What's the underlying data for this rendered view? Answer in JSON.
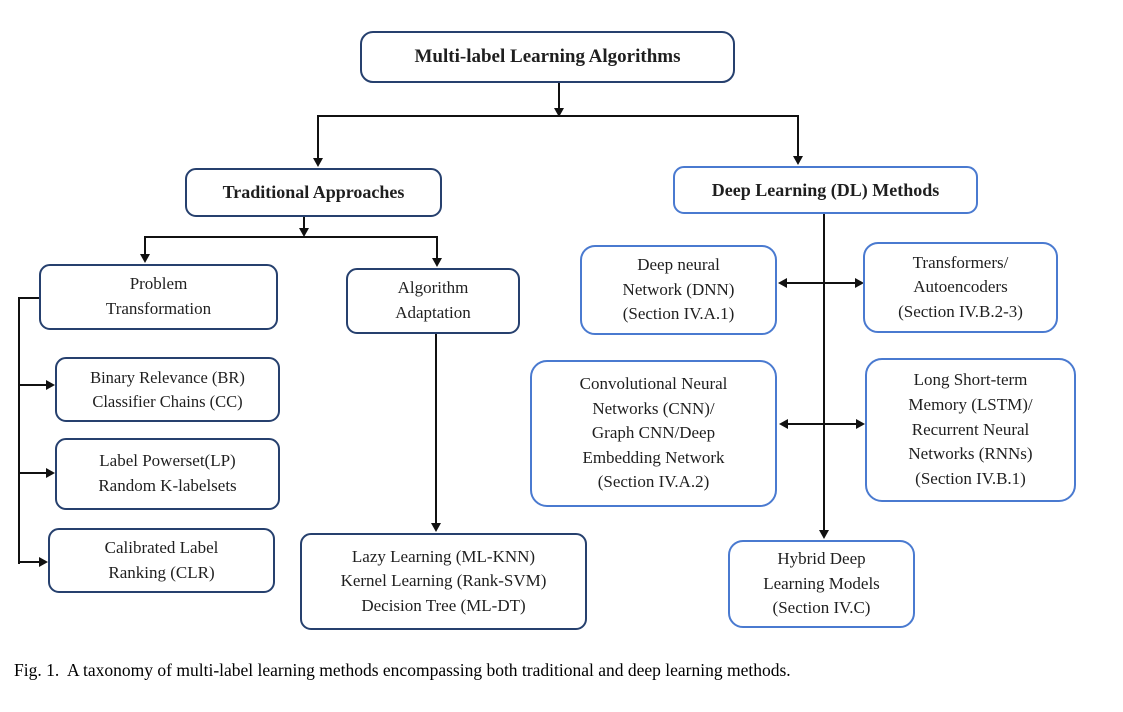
{
  "figure": {
    "type": "taxonomy-flowchart",
    "caption": "Fig. 1.  A taxonomy of multi-label learning methods encompassing both traditional and deep learning methods."
  },
  "nodes": {
    "root": {
      "lines": [
        "Multi-label Learning Algorithms"
      ]
    },
    "traditional": {
      "lines": [
        "Traditional Approaches"
      ]
    },
    "deep_learning": {
      "lines": [
        "Deep Learning (DL) Methods"
      ]
    },
    "problem_transformation": {
      "lines": [
        "Problem",
        "Transformation"
      ]
    },
    "algorithm_adaptation": {
      "lines": [
        "Algorithm",
        "Adaptation"
      ]
    },
    "binary_relevance": {
      "lines": [
        "Binary Relevance (BR)",
        "Classifier Chains (CC)"
      ]
    },
    "label_powerset": {
      "lines": [
        "Label Powerset(LP)",
        "Random K-labelsets"
      ]
    },
    "calibrated_label_ranking": {
      "lines": [
        "Calibrated Label",
        "Ranking (CLR)"
      ]
    },
    "algorithm_adaptation_methods": {
      "lines": [
        "Lazy Learning (ML-KNN)",
        "Kernel Learning (Rank-SVM)",
        "Decision Tree (ML-DT)"
      ]
    },
    "dnn": {
      "lines": [
        "Deep neural",
        "Network (DNN)",
        "(Section IV.A.1)"
      ]
    },
    "transformers": {
      "lines": [
        "Transformers/",
        "Autoencoders",
        "(Section IV.B.2-3)"
      ]
    },
    "cnn": {
      "lines": [
        "Convolutional Neural",
        "Networks (CNN)/",
        "Graph CNN/Deep",
        "Embedding Network",
        "(Section IV.A.2)"
      ]
    },
    "lstm": {
      "lines": [
        "Long Short-term",
        "Memory (LSTM)/",
        "Recurrent Neural",
        "Networks (RNNs)",
        "(Section IV.B.1)"
      ]
    },
    "hybrid": {
      "lines": [
        "Hybrid Deep",
        "Learning Models",
        "(Section IV.C)"
      ]
    }
  },
  "edges": [
    {
      "from": "root",
      "to": "traditional",
      "style": "arrow"
    },
    {
      "from": "root",
      "to": "deep_learning",
      "style": "arrow"
    },
    {
      "from": "traditional",
      "to": "problem_transformation",
      "style": "arrow"
    },
    {
      "from": "traditional",
      "to": "algorithm_adaptation",
      "style": "arrow"
    },
    {
      "from": "problem_transformation",
      "to": "binary_relevance",
      "style": "arrow"
    },
    {
      "from": "problem_transformation",
      "to": "label_powerset",
      "style": "arrow"
    },
    {
      "from": "problem_transformation",
      "to": "calibrated_label_ranking",
      "style": "arrow"
    },
    {
      "from": "algorithm_adaptation",
      "to": "algorithm_adaptation_methods",
      "style": "arrow"
    },
    {
      "from": "deep_learning",
      "to": "hybrid",
      "style": "arrow"
    },
    {
      "from": "dnn",
      "to": "transformers",
      "style": "double-arrow"
    },
    {
      "from": "cnn",
      "to": "lstm",
      "style": "double-arrow"
    }
  ],
  "colors": {
    "navy_border": "#26406e",
    "blue_border": "#4a7ad0",
    "line": "#111111",
    "text": "#1f1f1f",
    "background": "#ffffff"
  }
}
